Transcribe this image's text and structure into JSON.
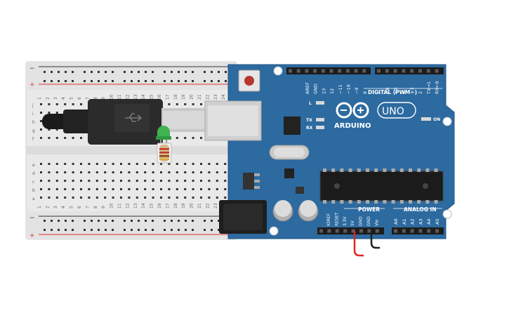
{
  "breadboard": {
    "rail_minus": "−",
    "rail_plus": "+",
    "row_letters_top": [
      "j",
      "i",
      "h",
      "g",
      "f"
    ],
    "row_letters_bottom": [
      "e",
      "d",
      "c",
      "b",
      "a"
    ],
    "column_numbers": [
      "1",
      "2",
      "3",
      "4",
      "5",
      "6",
      "7",
      "8",
      "9",
      "10",
      "11",
      "12",
      "13",
      "14",
      "15",
      "16",
      "17",
      "18",
      "19",
      "20",
      "21",
      "22",
      "23",
      "24"
    ]
  },
  "arduino": {
    "brand": "ARDUINO",
    "model": "UNO",
    "label_digital": "DIGITAL (PWM~)",
    "label_power": "POWER",
    "label_analog": "ANALOG IN",
    "label_on": "ON",
    "label_l": "L",
    "label_tx": "TX",
    "label_rx": "RX",
    "digital_pins_left": [
      "AREF",
      "GND",
      "13",
      "12",
      "~11",
      "~10",
      "~9",
      "8"
    ],
    "digital_pins_right": [
      "7",
      "~6",
      "~5",
      "4",
      "~3",
      "2",
      "TX→1",
      "RX←0"
    ],
    "power_pins": [
      "IOREF",
      "RESET",
      "3.3V",
      "5V",
      "GND",
      "GND",
      "Vin"
    ],
    "analog_pins": [
      "A0",
      "A1",
      "A2",
      "A3",
      "A4",
      "A5"
    ]
  },
  "wires": {
    "red_color": "#e0261f",
    "black_color": "#1f1f1f"
  },
  "colors": {
    "board_blue": "#2c6aa0",
    "board_edge": "#1f5587",
    "led_green": "#3fb34f",
    "breadboard": "#e8e8e8"
  }
}
